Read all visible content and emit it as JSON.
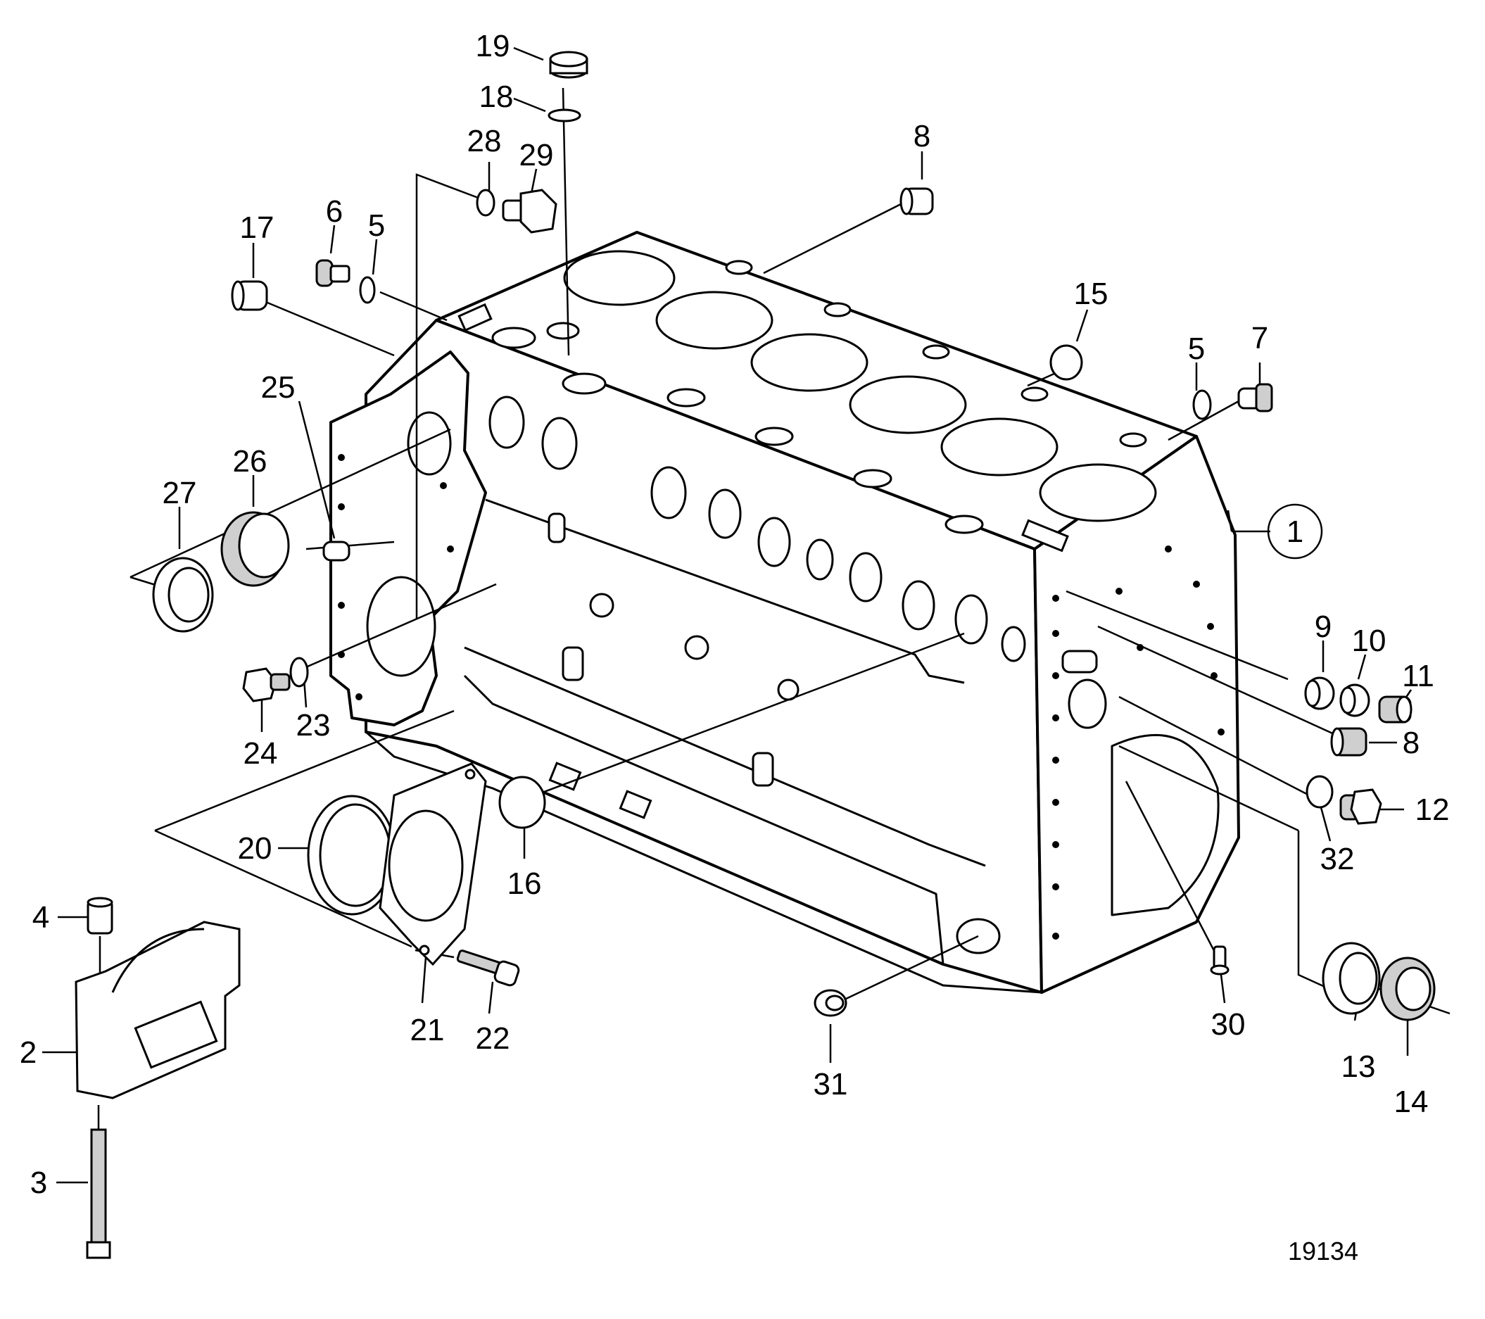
{
  "drawing_number": "19134",
  "callouts": [
    {
      "id": "c1",
      "label": "1"
    },
    {
      "id": "c2",
      "label": "2"
    },
    {
      "id": "c3",
      "label": "3"
    },
    {
      "id": "c4",
      "label": "4"
    },
    {
      "id": "c5a",
      "label": "5"
    },
    {
      "id": "c5b",
      "label": "5"
    },
    {
      "id": "c6",
      "label": "6"
    },
    {
      "id": "c7",
      "label": "7"
    },
    {
      "id": "c8a",
      "label": "8"
    },
    {
      "id": "c8b",
      "label": "8"
    },
    {
      "id": "c9",
      "label": "9"
    },
    {
      "id": "c10",
      "label": "10"
    },
    {
      "id": "c11",
      "label": "11"
    },
    {
      "id": "c12",
      "label": "12"
    },
    {
      "id": "c13",
      "label": "13"
    },
    {
      "id": "c14",
      "label": "14"
    },
    {
      "id": "c15",
      "label": "15"
    },
    {
      "id": "c16",
      "label": "16"
    },
    {
      "id": "c17",
      "label": "17"
    },
    {
      "id": "c18",
      "label": "18"
    },
    {
      "id": "c19",
      "label": "19"
    },
    {
      "id": "c20",
      "label": "20"
    },
    {
      "id": "c21",
      "label": "21"
    },
    {
      "id": "c22",
      "label": "22"
    },
    {
      "id": "c23",
      "label": "23"
    },
    {
      "id": "c24",
      "label": "24"
    },
    {
      "id": "c25",
      "label": "25"
    },
    {
      "id": "c26",
      "label": "26"
    },
    {
      "id": "c27",
      "label": "27"
    },
    {
      "id": "c28",
      "label": "28"
    },
    {
      "id": "c29",
      "label": "29"
    },
    {
      "id": "c30",
      "label": "30"
    },
    {
      "id": "c31",
      "label": "31"
    },
    {
      "id": "c32",
      "label": "32"
    }
  ]
}
